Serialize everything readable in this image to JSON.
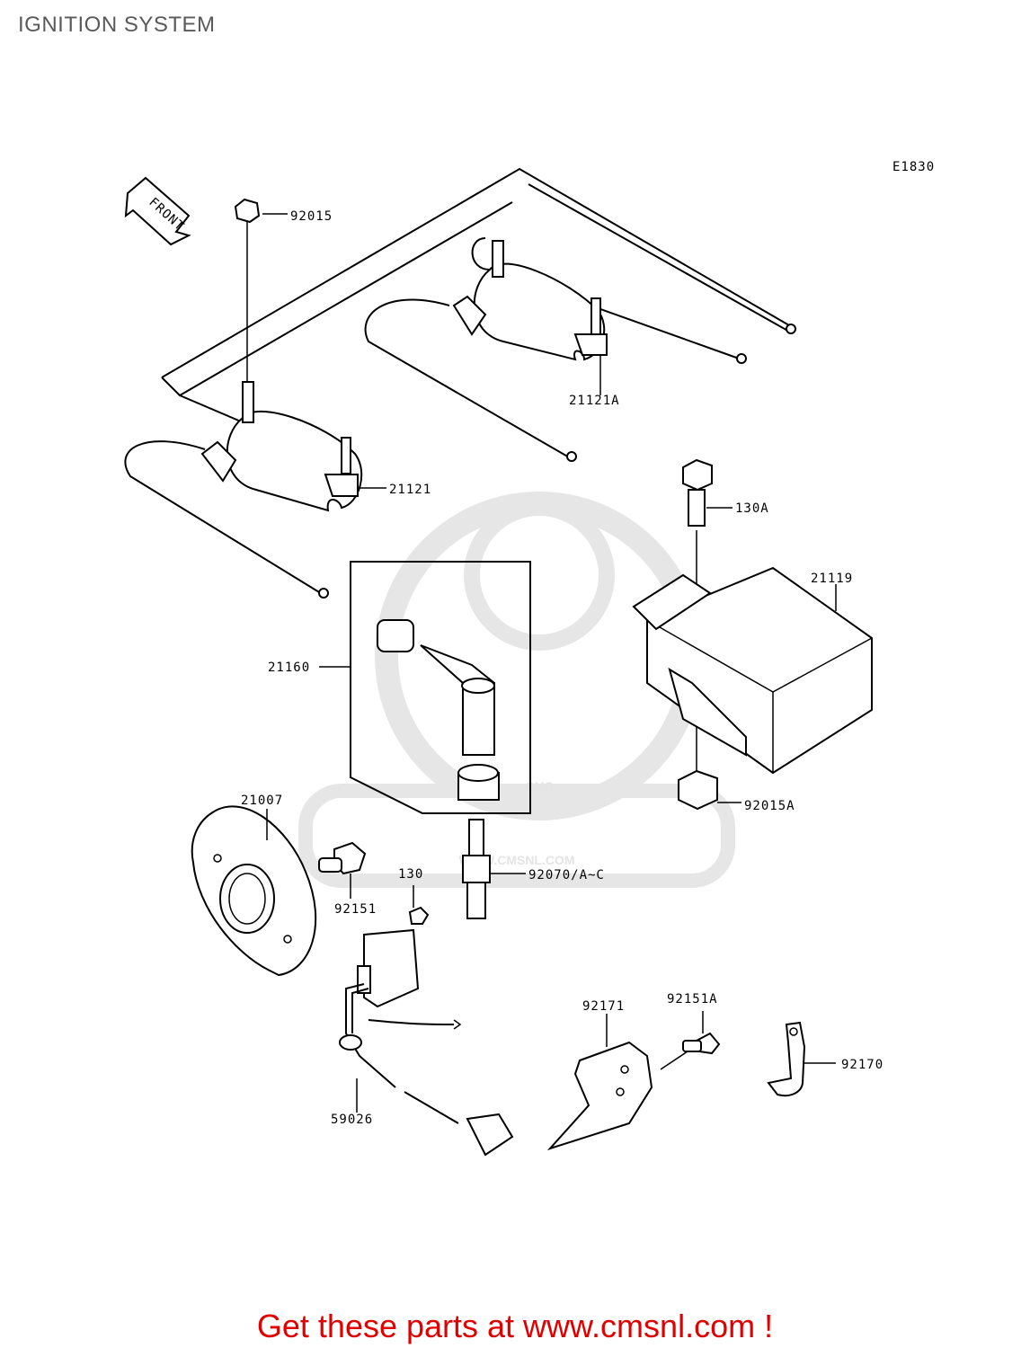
{
  "title": "IGNITION SYSTEM",
  "diagram_code": "E1830",
  "front_label": "FRONT",
  "watermark": {
    "brand": "CMS",
    "url": "WWW.CMSNL.COM"
  },
  "parts": [
    {
      "ref": "92015"
    },
    {
      "ref": "21121A"
    },
    {
      "ref": "21121"
    },
    {
      "ref": "130A"
    },
    {
      "ref": "21119"
    },
    {
      "ref": "21160"
    },
    {
      "ref": "92015A"
    },
    {
      "ref": "21007"
    },
    {
      "ref": "130"
    },
    {
      "ref": "92151"
    },
    {
      "ref": "92070/A~C"
    },
    {
      "ref": "92171"
    },
    {
      "ref": "92151A"
    },
    {
      "ref": "92170"
    },
    {
      "ref": "59026"
    }
  ],
  "footer": "Get these parts at www.cmsnl.com !",
  "colors": {
    "cta": "#e00000",
    "title": "#5a5a5a",
    "watermark": "#e4e4e4"
  }
}
